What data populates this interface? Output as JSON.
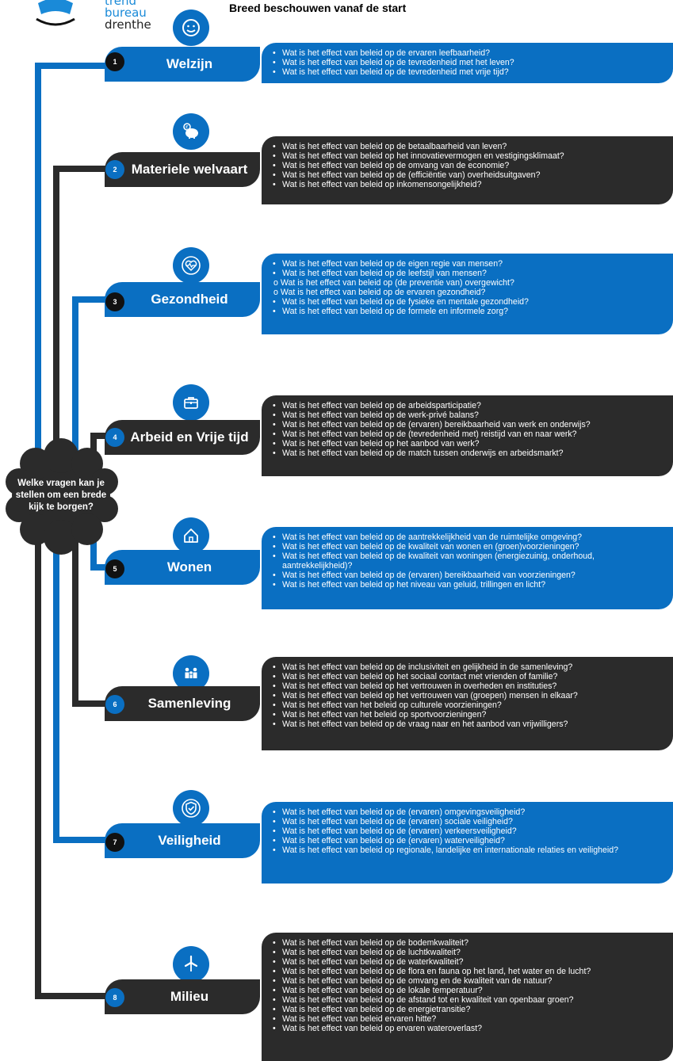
{
  "header": {
    "logo_line1": "trend",
    "logo_line2": "bureau",
    "logo_line3": "drenthe",
    "title": "Breed beschouwen vanaf de start"
  },
  "center": {
    "question": "Welke vragen kan je stellen om een brede kijk te borgen?"
  },
  "colors": {
    "blue": "#0a6fc2",
    "dark": "#2b2b2b",
    "black": "#111111"
  },
  "themes": [
    {
      "number": "1",
      "label": "Welzijn",
      "icon": "face-icon",
      "color": "blue",
      "questions": [
        "Wat is het effect van beleid op de ervaren leefbaarheid?",
        "Wat is het effect van beleid op de tevredenheid met het leven?",
        "Wat is het effect van beleid op de tevredenheid met vrije tijd?"
      ]
    },
    {
      "number": "2",
      "label": "Materiele welvaart",
      "icon": "piggy-bank-euro-icon",
      "color": "dark",
      "questions": [
        "Wat is het effect van beleid op de betaalbaarheid van leven?",
        "Wat is het effect van beleid op het innovatievermogen en vestigingsklimaat?",
        "Wat is het effect van beleid op de omvang van de economie?",
        "Wat is het effect van beleid op de (efficiëntie van) overheidsuitgaven?",
        "Wat is het effect van beleid op inkomensongelijkheid?"
      ]
    },
    {
      "number": "3",
      "label": "Gezondheid",
      "icon": "heart-pulse-icon",
      "color": "blue",
      "questions": [
        "Wat is het effect van beleid op de eigen regie van mensen?",
        "Wat is het effect van beleid op de leefstijl van mensen?",
        "o Wat is het effect van beleid op (de preventie van) overgewicht?",
        "o Wat is het effect van beleid op de ervaren gezondheid?",
        "Wat is het effect van beleid op de fysieke en mentale gezondheid?",
        "Wat is het effect van beleid op de formele en informele zorg?"
      ]
    },
    {
      "number": "4",
      "label": "Arbeid en Vrije tijd",
      "icon": "briefcase-icon",
      "color": "dark",
      "questions": [
        "Wat is het effect van beleid op de arbeidsparticipatie?",
        "Wat is het effect van beleid op de werk-privé balans?",
        "Wat is het effect van beleid op de (ervaren) bereikbaarheid van werk en onderwijs?",
        "Wat is het effect van beleid op de (tevredenheid met) reistijd van en naar werk?",
        "Wat is het effect van beleid op het aanbod van werk?",
        "Wat is het effect van beleid op de match tussen onderwijs en arbeidsmarkt?"
      ]
    },
    {
      "number": "5",
      "label": "Wonen",
      "icon": "house-icon",
      "color": "blue",
      "questions": [
        "Wat is het effect van beleid op de aantrekkelijkheid van de ruimtelijke omgeving?",
        "Wat is het effect van beleid op de kwaliteit van wonen en (groen)voorzieningen?",
        "Wat is het effect van beleid op de kwaliteit van woningen (energiezuinig, onderhoud, aantrekkelijkheid)?",
        "Wat is het effect van beleid op de (ervaren) bereikbaarheid van voorzieningen?",
        "Wat is het effect van beleid op het niveau van geluid, trillingen en licht?"
      ]
    },
    {
      "number": "6",
      "label": "Samenleving",
      "icon": "family-icon",
      "color": "dark",
      "questions": [
        "Wat is het effect van beleid op de inclusiviteit en gelijkheid in de samenleving?",
        "Wat is het effect van beleid op het sociaal contact met vrienden of familie?",
        "Wat is het effect van beleid op het vertrouwen in overheden en instituties?",
        "Wat is het effect van beleid op het vertrouwen van (groepen) mensen in elkaar?",
        "Wat is het effect van het beleid op culturele voorzieningen?",
        "Wat is het effect van het beleid op sportvoorzieningen?",
        "Wat is het effect van beleid op de vraag naar en het aanbod van vrijwilligers?"
      ]
    },
    {
      "number": "7",
      "label": "Veiligheid",
      "icon": "shield-check-icon",
      "color": "blue",
      "questions": [
        "Wat is het effect van beleid op de (ervaren) omgevingsveiligheid?",
        "Wat is het effect van beleid op de (ervaren) sociale veiligheid?",
        "Wat is het effect van beleid op de (ervaren) verkeersveiligheid?",
        "Wat is het effect van beleid op de (ervaren) waterveiligheid?",
        "Wat is het effect van beleid op regionale, landelijke en internationale relaties en veiligheid?"
      ]
    },
    {
      "number": "8",
      "label": "Milieu",
      "icon": "wind-turbine-icon",
      "color": "dark",
      "questions": [
        "Wat is het effect van beleid op de bodemkwaliteit?",
        "Wat is het effect van beleid op de luchtkwaliteit?",
        "Wat is het effect van beleid op de waterkwaliteit?",
        "Wat is het effect van beleid op de flora en fauna op het land, het water en de lucht?",
        "Wat is het effect van beleid op de omvang en de kwaliteit van de natuur?",
        "Wat is het effect van beleid op de lokale temperatuur?",
        "Wat is het effect van beleid op de afstand tot en kwaliteit van openbaar groen?",
        "Wat is het effect van beleid op de energietransitie?",
        "Wat is het effect van beleid ervaren hitte?",
        "Wat is het effect van beleid op ervaren wateroverlast?"
      ]
    }
  ]
}
